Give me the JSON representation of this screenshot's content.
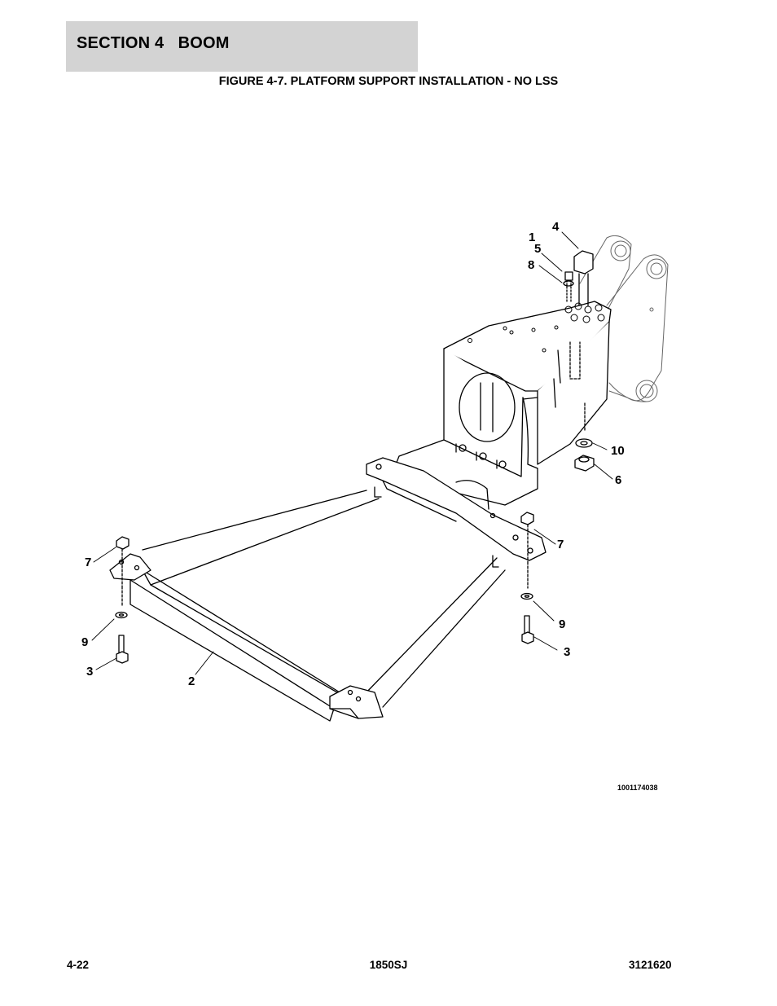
{
  "header": {
    "section": "SECTION 4   BOOM"
  },
  "figure": {
    "title": "FIGURE 4-7. PLATFORM SUPPORT INSTALLATION - NO LSS"
  },
  "callouts": [
    "1",
    "5",
    "8",
    "4",
    "10",
    "6",
    "7",
    "7",
    "9",
    "3",
    "9",
    "3",
    "2"
  ],
  "drawing_number": "1001174038",
  "footer": {
    "page": "4-22",
    "model": "1850SJ",
    "part_number": "3121620"
  },
  "colors": {
    "header_bg": "#d3d3d3",
    "ink": "#000000"
  }
}
